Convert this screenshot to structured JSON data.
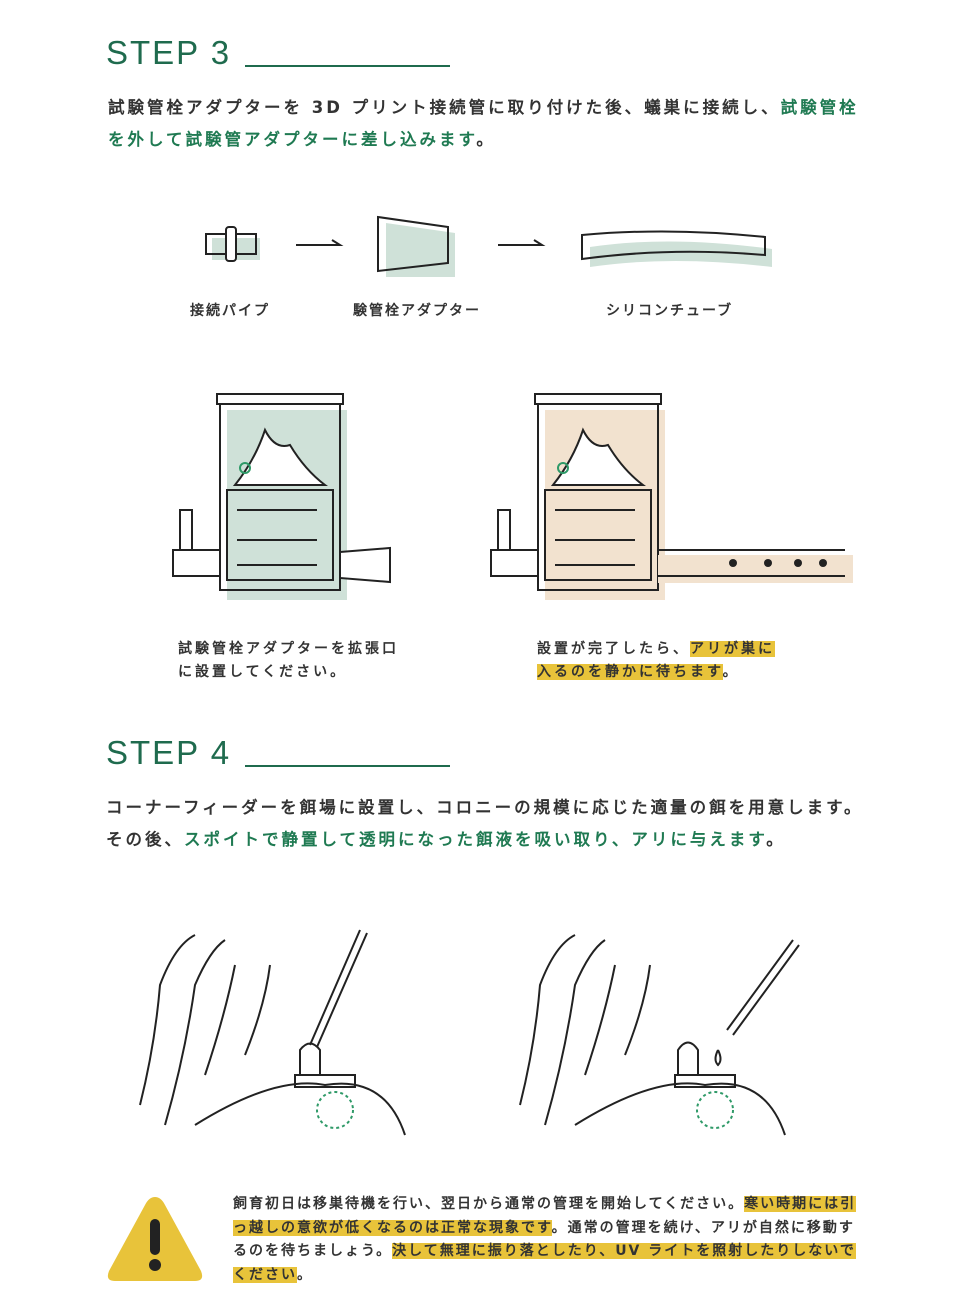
{
  "step3": {
    "title": "STEP 3",
    "text_plain": "試験管栓アダプターを 3D プリント接続管に取り付けた後、蟻巣に接続し、",
    "text_green": "試験管栓を外して試験管アダプターに差し込みます",
    "text_end": "。",
    "parts": [
      "接続パイプ",
      "験管栓アダプター",
      "シリコンチューブ"
    ],
    "caption_left": "試験管栓アダプターを拡張口に設置してください。",
    "caption_right_plain": "設置が完了したら、",
    "caption_right_hl": "アリが巣に入るのを静かに待ちます",
    "caption_right_end": "。"
  },
  "step4": {
    "title": "STEP 4",
    "text_plain": "コーナーフィーダーを餌場に設置し、コロニーの規模に応じた適量の餌を用意します。その後、",
    "text_green": "スポイトで静置して透明になった餌液を吸い取り、アリに与えます",
    "text_end": "。"
  },
  "note": {
    "icon": "warning-icon",
    "t1": "飼育初日は移巣待機を行い、翌日から通常の管理を開始してください。",
    "h1": "寒い時期には引っ越しの意欲が低くなるのは正常な現象です",
    "t2": "。通常の管理を続け、アリが自然に移動するのを待ちましょう。",
    "h2": "決して無理に振り落としたり、UV ライトを照射したりしないでください",
    "t3": "。"
  },
  "colors": {
    "green": "#1f6b4e",
    "mint": "#cfe1d8",
    "beige": "#f2e2cf",
    "yellow": "#e8c33a"
  }
}
